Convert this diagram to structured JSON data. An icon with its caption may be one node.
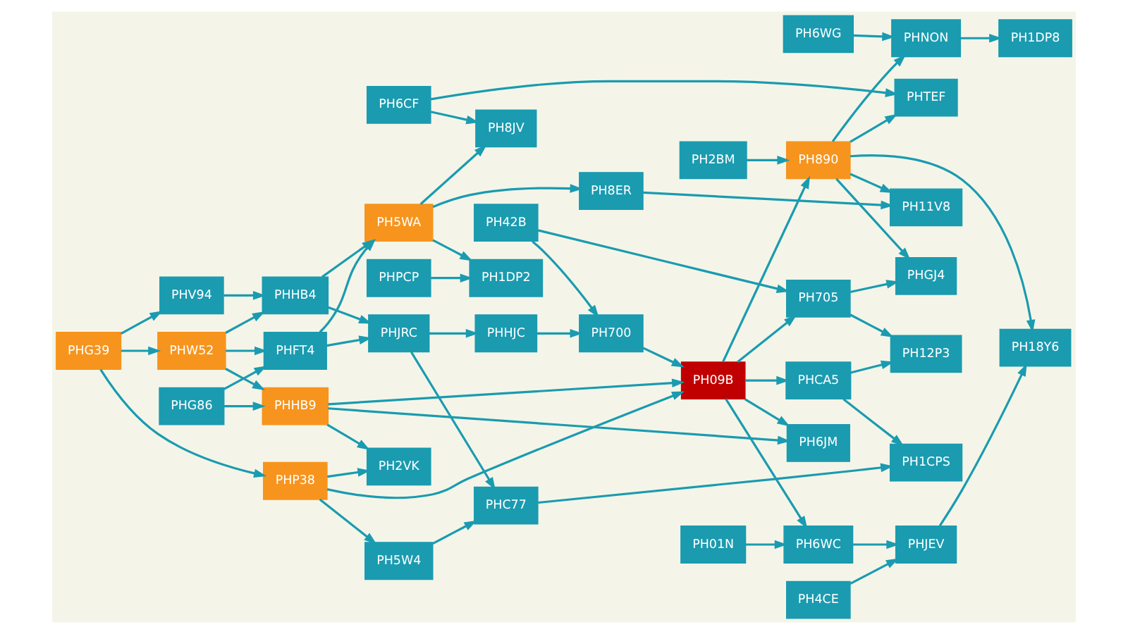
{
  "diagram": {
    "nodes": [
      {
        "text": [
          "PHFT4"
        ]
      },
      {
        "text": [
          "PH1DP2"
        ]
      },
      {
        "text": [
          "PHPCP"
        ]
      },
      {
        "text": [
          "PHHB4"
        ]
      },
      {
        "text": [
          "PH5WA"
        ]
      },
      {
        "text": [
          "PH8ER"
        ]
      },
      {
        "text": [
          "PH1DP8"
        ]
      },
      {
        "text": [
          "PH1CPS"
        ]
      },
      {
        "text": [
          "PHW52"
        ]
      },
      {
        "text": [
          "PHV94"
        ]
      },
      {
        "text": [
          "PHJRC"
        ]
      },
      {
        "text": [
          "PHC77"
        ]
      },
      {
        "text": [
          "PHCA5"
        ]
      },
      {
        "text": [
          "PH8JV"
        ]
      },
      {
        "text": [
          "PH6WG"
        ]
      },
      {
        "text": [
          "PHNON"
        ]
      },
      {
        "text": [
          "PH6CF"
        ]
      },
      {
        "text": [
          "PHTEF"
        ]
      },
      {
        "text": [
          "PH11V8"
        ]
      },
      {
        "text": [
          "PHHJC"
        ]
      },
      {
        "text": [
          "PH42B"
        ]
      },
      {
        "text": [
          "PH12P3"
        ]
      },
      {
        "text": [
          "PH18Y6"
        ]
      },
      {
        "text": [
          "PHG39"
        ]
      },
      {
        "text": [
          "PH5W4"
        ]
      },
      {
        "text": [
          "PH700"
        ]
      },
      {
        "text": [
          "PH705"
        ]
      },
      {
        "text": [
          "PH890"
        ]
      },
      {
        "text": [
          "PHJEV"
        ]
      },
      {
        "text": [
          "PHP38"
        ]
      },
      {
        "text": [
          "PH2VK"
        ]
      },
      {
        "text": [
          "PH6JM"
        ]
      },
      {
        "text": [
          "PH2BM"
        ]
      },
      {
        "text": [
          "PHGJ4"
        ]
      },
      {
        "text": [
          "PH4CE"
        ]
      },
      {
        "text": [
          "PHG86"
        ]
      },
      {
        "text": [
          "PHHB9"
        ]
      },
      {
        "text": [
          "PH09B"
        ]
      },
      {
        "text": [
          "PH6WC"
        ]
      },
      {
        "text": [
          "PH01N"
        ]
      }
    ],
    "edges": [
      {
        "from": 35,
        "to": 0,
        "arrow": "to"
      },
      {
        "from": 8,
        "to": 0,
        "arrow": "to"
      },
      {
        "from": 8,
        "to": 3,
        "arrow": "to"
      },
      {
        "from": 8,
        "to": 36,
        "arrow": "to"
      },
      {
        "from": 9,
        "to": 3,
        "arrow": "to"
      },
      {
        "from": 23,
        "to": 8,
        "arrow": "to"
      },
      {
        "from": 23,
        "to": 9,
        "arrow": "to"
      },
      {
        "from": 23,
        "to": 29,
        "arrow": "to"
      },
      {
        "from": 3,
        "to": 4,
        "arrow": "to"
      },
      {
        "from": 3,
        "to": 10,
        "arrow": "to"
      },
      {
        "from": 0,
        "to": 10,
        "arrow": "to"
      },
      {
        "from": 0,
        "to": 4,
        "arrow": "to"
      },
      {
        "from": 4,
        "to": 1,
        "arrow": "to"
      },
      {
        "from": 4,
        "to": 5,
        "arrow": "to"
      },
      {
        "from": 4,
        "to": 13,
        "arrow": "to"
      },
      {
        "from": 2,
        "to": 1,
        "arrow": "to"
      },
      {
        "from": 10,
        "to": 11,
        "arrow": "to"
      },
      {
        "from": 10,
        "to": 19,
        "arrow": "to"
      },
      {
        "from": 11,
        "to": 7,
        "arrow": "to"
      },
      {
        "from": 12,
        "to": 7,
        "arrow": "to"
      },
      {
        "from": 12,
        "to": 21,
        "arrow": "to"
      },
      {
        "from": 37,
        "to": 12,
        "arrow": "to"
      },
      {
        "from": 5,
        "to": 18,
        "arrow": "to"
      },
      {
        "from": 15,
        "to": 6,
        "arrow": "to"
      },
      {
        "from": 14,
        "to": 15,
        "arrow": "to"
      },
      {
        "from": 16,
        "to": 13,
        "arrow": "to"
      },
      {
        "from": 16,
        "to": 17,
        "arrow": "to"
      },
      {
        "from": 27,
        "to": 15,
        "arrow": "to"
      },
      {
        "from": 27,
        "to": 17,
        "arrow": "to"
      },
      {
        "from": 27,
        "to": 18,
        "arrow": "to"
      },
      {
        "from": 27,
        "to": 22,
        "arrow": "to"
      },
      {
        "from": 27,
        "to": 33,
        "arrow": "to"
      },
      {
        "from": 32,
        "to": 27,
        "arrow": "to"
      },
      {
        "from": 37,
        "to": 27,
        "arrow": "to"
      },
      {
        "from": 37,
        "to": 26,
        "arrow": "to"
      },
      {
        "from": 37,
        "to": 31,
        "arrow": "to"
      },
      {
        "from": 37,
        "to": 38,
        "arrow": "to"
      },
      {
        "from": 25,
        "to": 37,
        "arrow": "to"
      },
      {
        "from": 19,
        "to": 25,
        "arrow": "to"
      },
      {
        "from": 24,
        "to": 11,
        "arrow": "to"
      },
      {
        "from": 29,
        "to": 24,
        "arrow": "to"
      },
      {
        "from": 29,
        "to": 30,
        "arrow": "to"
      },
      {
        "from": 29,
        "to": 37,
        "arrow": "to"
      },
      {
        "from": 36,
        "to": 30,
        "arrow": "to"
      },
      {
        "from": 36,
        "to": 31,
        "arrow": "to"
      },
      {
        "from": 36,
        "to": 37,
        "arrow": "to"
      },
      {
        "from": 35,
        "to": 36,
        "arrow": "to"
      },
      {
        "from": 20,
        "to": 25,
        "arrow": "to"
      },
      {
        "from": 20,
        "to": 26,
        "arrow": "to"
      },
      {
        "from": 26,
        "to": 21,
        "arrow": "to"
      },
      {
        "from": 26,
        "to": 33,
        "arrow": "to"
      },
      {
        "from": 38,
        "to": 28,
        "arrow": "to"
      },
      {
        "from": 39,
        "to": 38,
        "arrow": "to"
      },
      {
        "from": 34,
        "to": 28,
        "arrow": "to"
      },
      {
        "from": 28,
        "to": 22,
        "arrow": "to"
      }
    ]
  }
}
